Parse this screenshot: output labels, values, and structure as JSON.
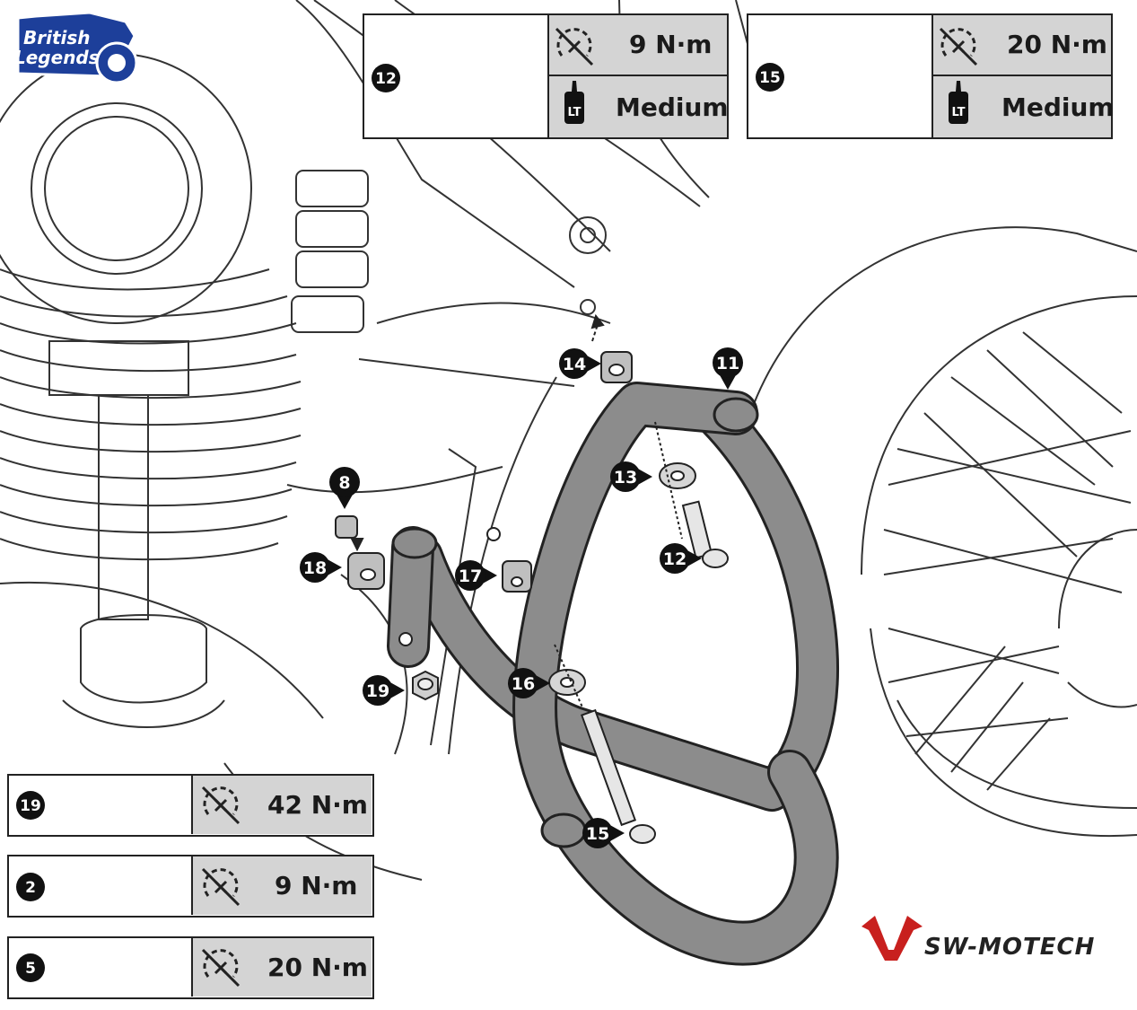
{
  "brand": {
    "logo_line1": "British",
    "logo_line2": "Legends",
    "maker": "SW-MOTECH",
    "accent": "#c8201e",
    "logo_blue": "#1d3f9a"
  },
  "callouts": [
    "14",
    "11",
    "13",
    "12",
    "8",
    "18",
    "17",
    "16",
    "19",
    "15"
  ],
  "top_panels": [
    {
      "part": "12",
      "torque": "9 N·m",
      "threadlock_icon": "LT",
      "threadlock": "Medium"
    },
    {
      "part": "15",
      "torque": "20 N·m",
      "threadlock_icon": "LT",
      "threadlock": "Medium"
    }
  ],
  "bottom_panels": [
    {
      "part": "19",
      "torque": "42 N·m"
    },
    {
      "part": "2",
      "torque": "9 N·m"
    },
    {
      "part": "5",
      "torque": "20 N·m"
    }
  ],
  "colors": {
    "frame": "#8c8c8c",
    "panel_grey": "#d4d4d4",
    "line": "#222222"
  }
}
